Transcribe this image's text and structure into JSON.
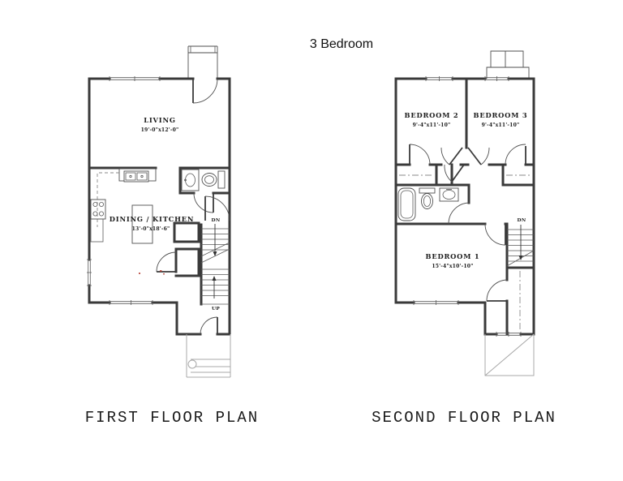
{
  "title": "3 Bedroom",
  "first_floor": {
    "caption": "FIRST FLOOR PLAN",
    "living": {
      "name": "LIVING",
      "dims": "19'-0\"x12'-0\""
    },
    "dining_kitchen": {
      "name": "DINING / KITCHEN",
      "dims": "13'-0\"x18'-6\""
    },
    "stair_down_label": "DN",
    "stair_up_label": "UP"
  },
  "second_floor": {
    "caption": "SECOND FLOOR PLAN",
    "bedroom1": {
      "name": "BEDROOM 1",
      "dims": "15'-4\"x10'-10\""
    },
    "bedroom2": {
      "name": "BEDROOM 2",
      "dims": "9'-4\"x11'-10\""
    },
    "bedroom3": {
      "name": "BEDROOM 3",
      "dims": "9'-4\"x11'-10\""
    },
    "stair_down_label": "DN"
  },
  "colors": {
    "wall": "#3a3a3a",
    "thin_line": "#4f4f4f",
    "light_line": "#a8a8a8",
    "red_speck": "#b43a2e",
    "background": "#ffffff"
  }
}
